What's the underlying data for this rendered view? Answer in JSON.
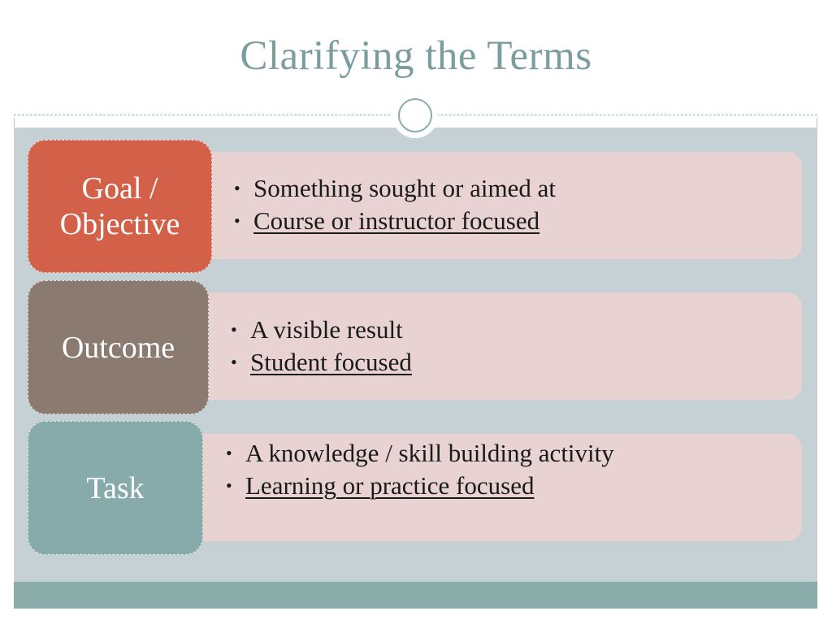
{
  "slide": {
    "title": "Clarifying the Terms",
    "terms": [
      {
        "label_line1": "Goal /",
        "label_line2": "Objective",
        "bullets": [
          "Something sought or aimed at",
          "Course or instructor focused"
        ]
      },
      {
        "label": "Outcome",
        "bullets": [
          "A visible result",
          "Student focused"
        ]
      },
      {
        "label": "Task",
        "bullets": [
          "A knowledge / skill building activity",
          "Learning or practice focused"
        ]
      }
    ]
  },
  "colors": {
    "title": "#7b9d9d",
    "goal": "#d3614a",
    "outcome": "#8b7a70",
    "task": "#87aaaa",
    "panel": "#e8d2d2",
    "body_background": "#c6d1d6",
    "footer": "#8aacab"
  },
  "icons": {
    "ornament": "circle-ring-icon",
    "bullet": "bullet-dot-icon"
  }
}
